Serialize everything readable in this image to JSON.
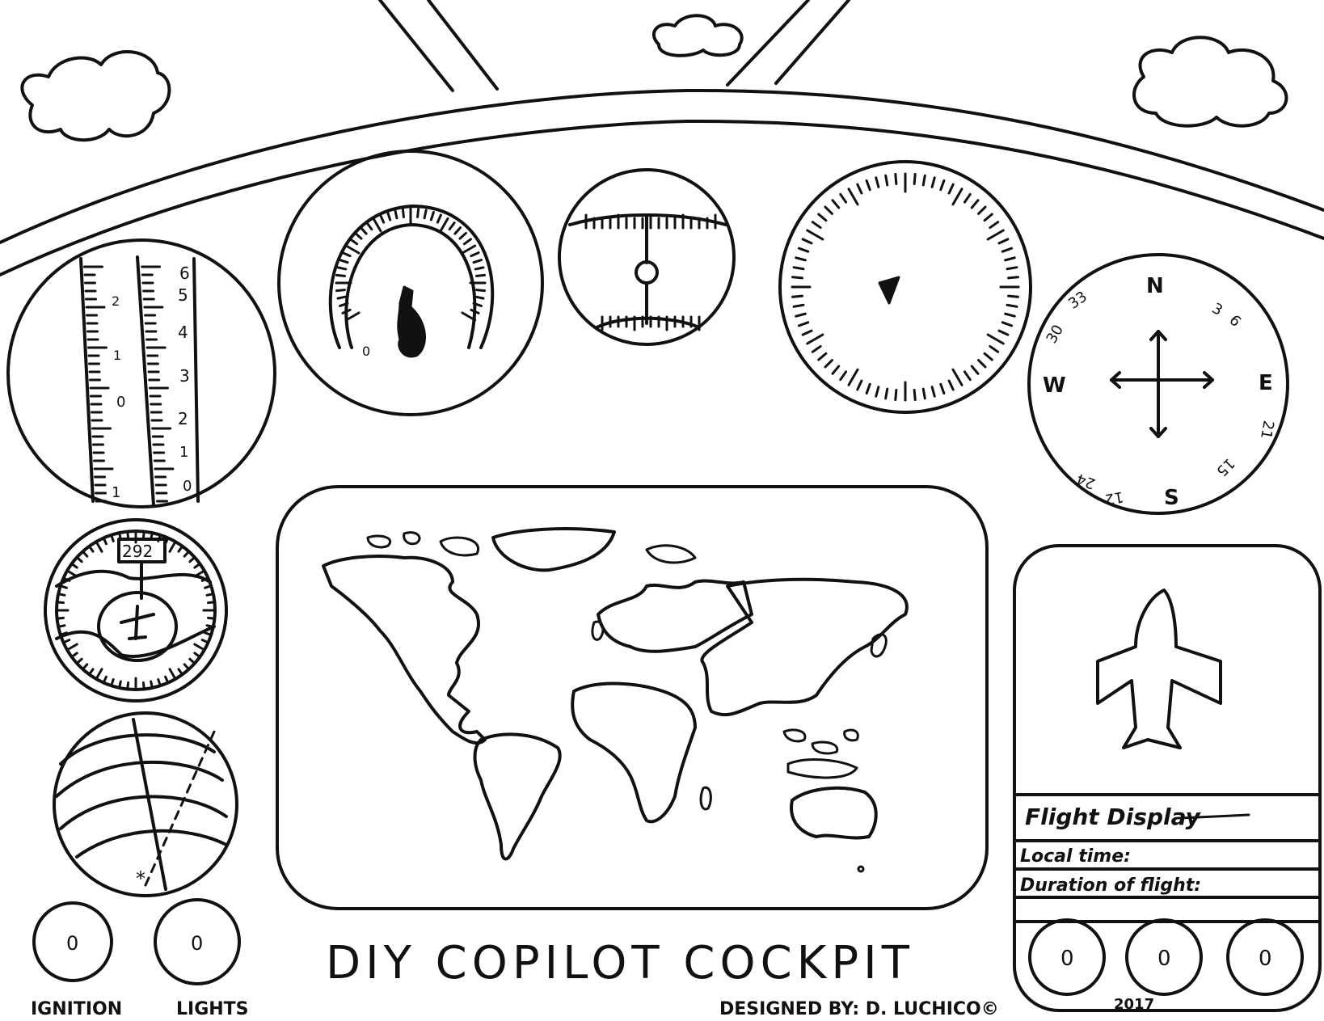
{
  "title": "DIY COPILOT COCKPIT",
  "credit": "DESIGNED BY: D. LUCHICO©",
  "year": "2017",
  "panel": {
    "flight_display_label": "Flight Display",
    "local_time_label": "Local time:",
    "duration_label": "Duration of flight:",
    "knob_labels": [
      "0",
      "0",
      "0"
    ]
  },
  "switches": [
    {
      "label": "IGNITION",
      "value": "0"
    },
    {
      "label": "LIGHTS",
      "value": "0"
    }
  ],
  "instruments": {
    "altimeter_left_scale": [
      "2",
      "1",
      "0",
      "1"
    ],
    "altimeter_right_scale": [
      "6",
      "5",
      "4",
      "3",
      "2",
      "1",
      "0"
    ],
    "speedometer_zero": "0",
    "heading_readout": "292",
    "compass": {
      "cardinals": [
        "N",
        "E",
        "S",
        "W"
      ],
      "minor": [
        "33",
        "30",
        "3",
        "6",
        "12",
        "15",
        "21",
        "24"
      ]
    }
  },
  "colors": {
    "ink": "#111111",
    "paper": "#ffffff"
  }
}
